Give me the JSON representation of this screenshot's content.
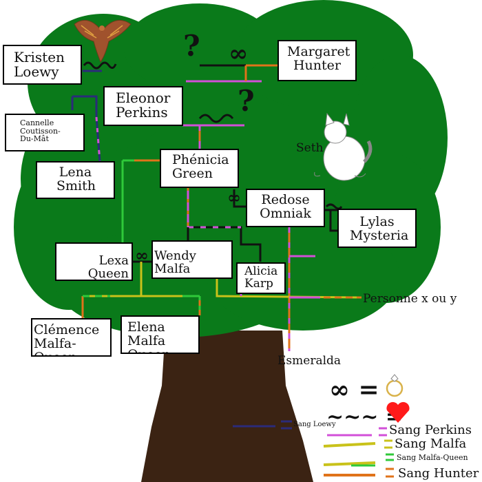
{
  "people": {
    "kristen": "Kristen Loewy",
    "margaret": "Margaret Hunter",
    "eleonor": "Eleonor Perkins",
    "cannelle": "Cannelle Coutisson-Du-Mât",
    "lena": "Lena Smith",
    "phenicia": "Phénicia Green",
    "redose": "Redose Omniak",
    "lylas": "Lylas Mysteria",
    "lexa": "Lexa Queen",
    "wendy": "Wendy Malfa",
    "alicia": "Alicia Karp",
    "clemence": "Clémence Malfa-Queen",
    "elena": "Elena Malfa Queen"
  },
  "free_labels": {
    "seth": "Seth",
    "personne": "Personne x ou y",
    "esmeralda": "Esmeralda",
    "question_1": "?",
    "question_2": "?"
  },
  "legend": {
    "infinity": "∞ =",
    "wave": "~~~ =",
    "sang_loewy": "Sang Loewy",
    "sang_perkins": "Sang Perkins",
    "sang_malfa": "Sang Malfa",
    "sang_malfa_queen": "Sang Malfa-Queen",
    "sang_hunter": "Sang Hunter"
  },
  "colors": {
    "tree_green": "#0a7a1a",
    "trunk_brown": "#3b2313",
    "loewy": "#2b2b7a",
    "perkins": "#d24fd8",
    "malfa": "#c9c21a",
    "malfa_queen": "#2fc93a",
    "hunter": "#e0731a",
    "heart": "#ff1a1a",
    "ring": "#d9b24a"
  }
}
